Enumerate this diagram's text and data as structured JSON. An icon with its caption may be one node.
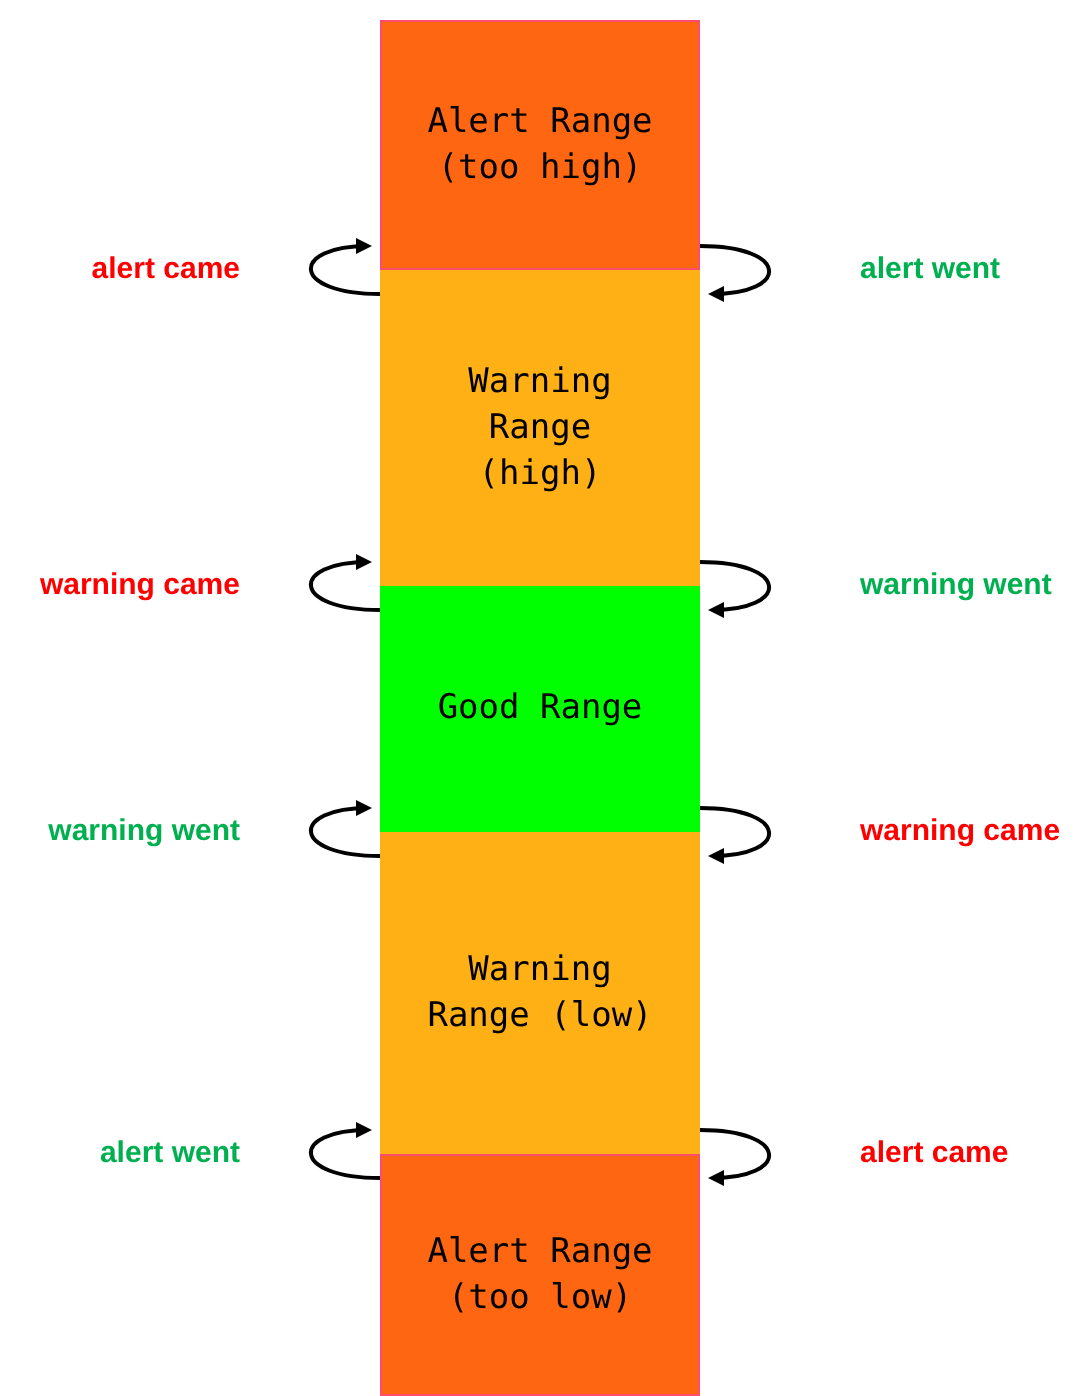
{
  "diagram": {
    "nodes": [
      {
        "text": [
          "Alert Range (too high)"
        ]
      },
      {
        "text": [
          "Warning Range (high)"
        ]
      },
      {
        "text": [
          "Good Range"
        ]
      },
      {
        "text": [
          "Warning Range (low)"
        ]
      },
      {
        "text": [
          "Alert Range (too low)"
        ]
      }
    ],
    "edges": [
      {
        "from": 1,
        "to": 0,
        "arrow": "to",
        "label": "alert came"
      },
      {
        "from": 0,
        "to": 1,
        "arrow": "to",
        "label": "alert went"
      },
      {
        "from": 2,
        "to": 1,
        "arrow": "to",
        "label": "warning came"
      },
      {
        "from": 1,
        "to": 2,
        "arrow": "to",
        "label": "warning went"
      },
      {
        "from": 3,
        "to": 2,
        "arrow": "to",
        "label": "warning went"
      },
      {
        "from": 2,
        "to": 3,
        "arrow": "to",
        "label": "warning came"
      },
      {
        "from": 4,
        "to": 3,
        "arrow": "to",
        "label": "alert went"
      },
      {
        "from": 3,
        "to": 4,
        "arrow": "to",
        "label": "alert came"
      }
    ]
  }
}
